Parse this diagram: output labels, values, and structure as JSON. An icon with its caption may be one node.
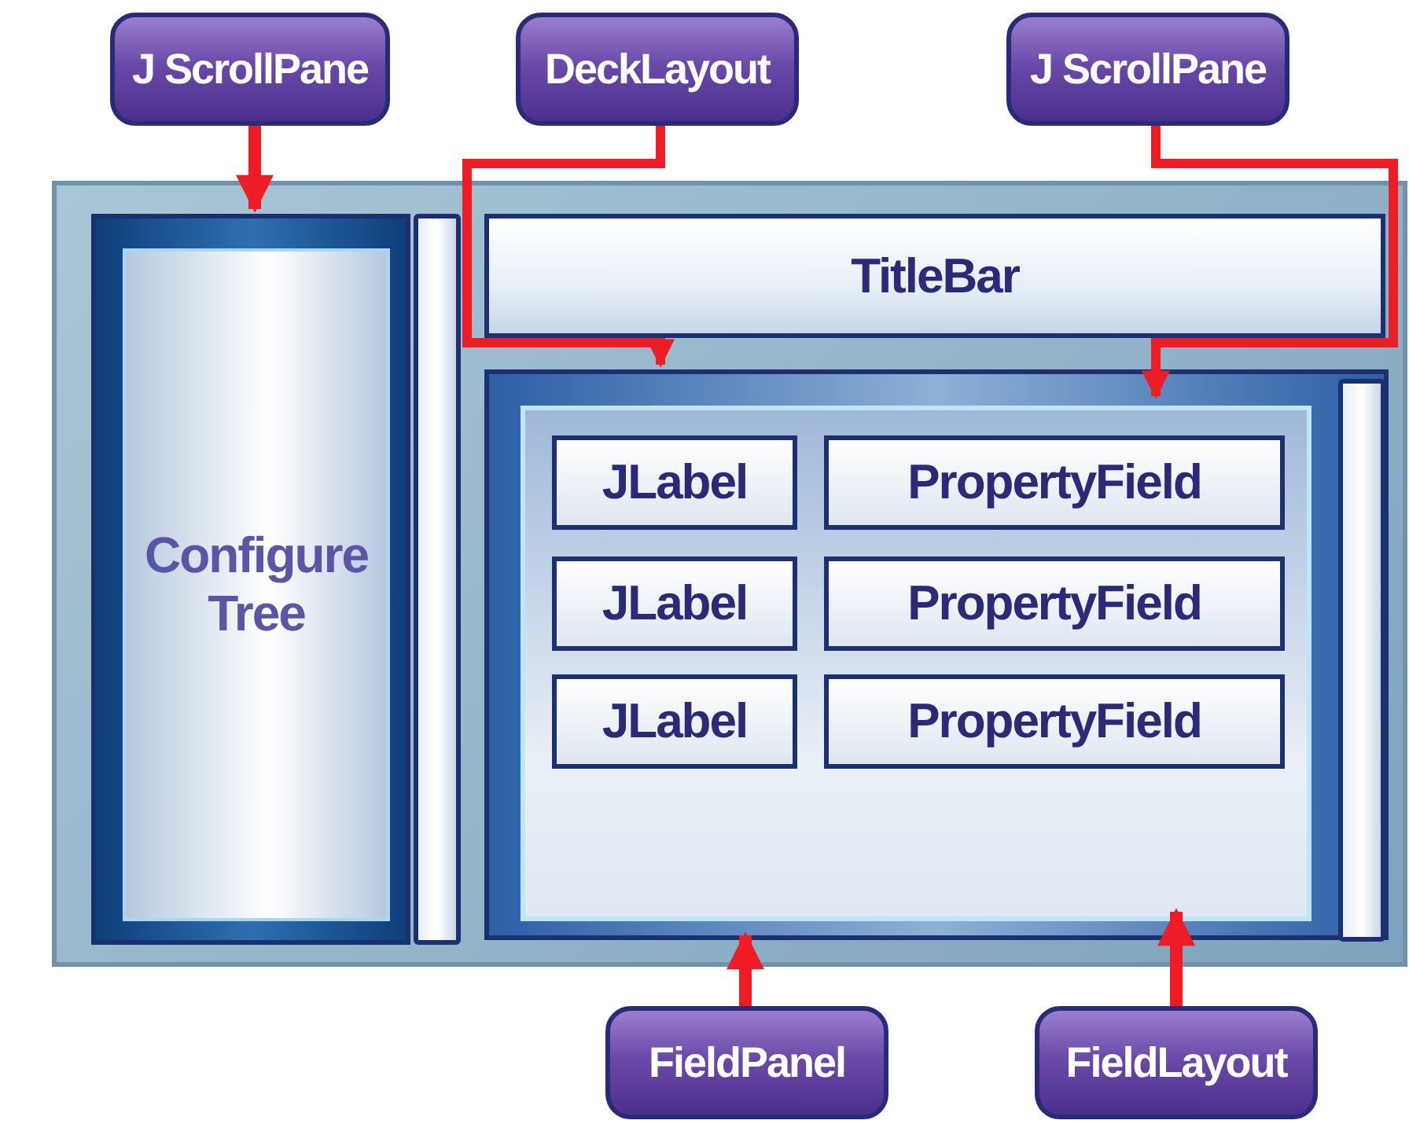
{
  "diagram": {
    "nodes": [
      {
        "text": [
          "J ScrollPane"
        ]
      },
      {
        "text": [
          "DeckLayout"
        ]
      },
      {
        "text": [
          "J ScrollPane"
        ]
      },
      {
        "text": [],
        "shape": "box"
      },
      {
        "text": [],
        "shape": "box",
        "in": 3
      },
      {
        "text": [
          "Configure Tree"
        ],
        "in": 4
      },
      {
        "text": [],
        "shape": "bar",
        "in": 3
      },
      {
        "text": [
          "TitleBar"
        ],
        "in": 3
      },
      {
        "text": [],
        "shape": "box",
        "in": 3
      },
      {
        "text": [],
        "shape": "box",
        "in": 8
      },
      {
        "text": [],
        "shape": "bar",
        "in": 8
      },
      {
        "text": [
          "JLabel"
        ],
        "in": 9
      },
      {
        "text": [
          "PropertyField"
        ],
        "in": 9
      },
      {
        "text": [
          "JLabel"
        ],
        "in": 9
      },
      {
        "text": [
          "PropertyField"
        ],
        "in": 9
      },
      {
        "text": [
          "JLabel"
        ],
        "in": 9
      },
      {
        "text": [
          "PropertyField"
        ],
        "in": 9
      },
      {
        "text": [
          "FieldPanel"
        ]
      },
      {
        "text": [
          "FieldLayout"
        ]
      }
    ],
    "edges": [
      {
        "from": 0,
        "to": 4,
        "arrow": "to"
      },
      {
        "from": 1,
        "to": 8,
        "arrow": "to"
      },
      {
        "from": 2,
        "to": 9,
        "arrow": "to"
      },
      {
        "from": 17,
        "to": 8,
        "arrow": "to"
      },
      {
        "from": 18,
        "to": 9,
        "arrow": "to"
      }
    ]
  }
}
